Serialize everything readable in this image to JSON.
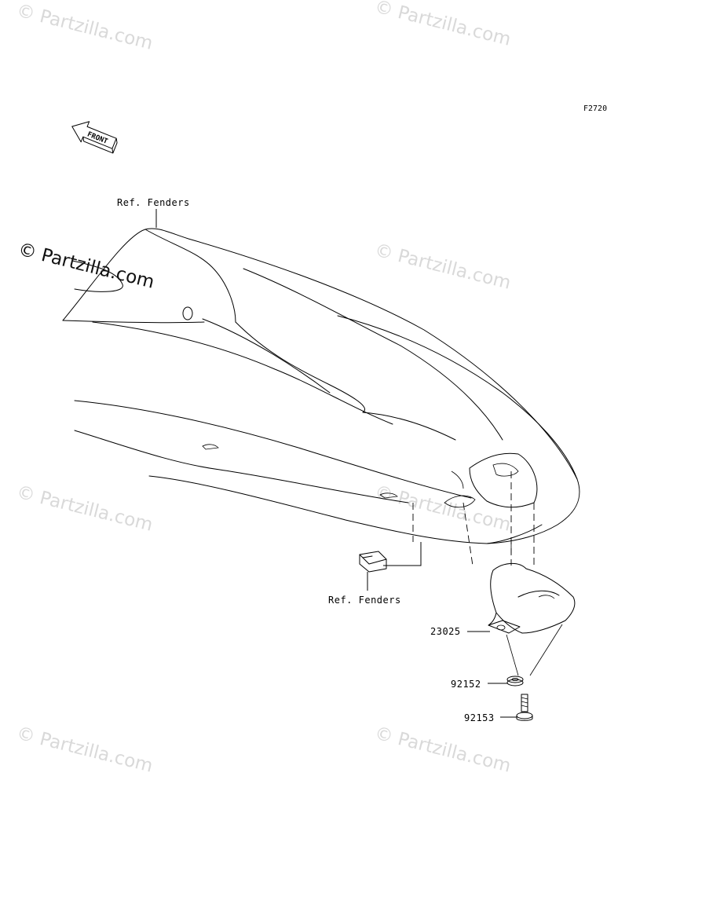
{
  "diagram": {
    "figure_code": "F2720",
    "front_label": "FRONT",
    "labels": {
      "ref_fenders_top": "Ref. Fenders",
      "ref_fenders_bottom": "Ref. Fenders",
      "part_23025": "23025",
      "part_92152": "92152",
      "part_92153": "92153"
    }
  },
  "watermarks": {
    "faint": "© Partzilla.com",
    "dark": "© Partzilla.com"
  }
}
